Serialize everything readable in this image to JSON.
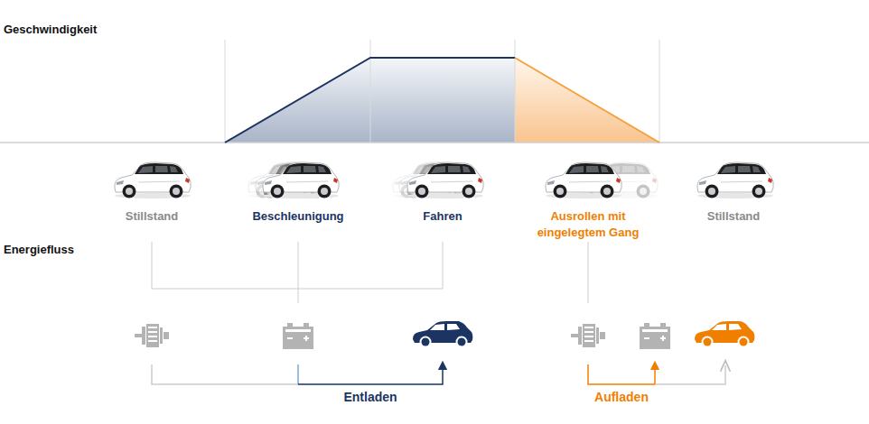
{
  "diagram": {
    "labels": [
      "Geschwindigkeit",
      "Stillstand",
      "Beschleunigung",
      "Fahren",
      "Ausrollen mit eingelegtem Gang",
      "Stillstand",
      "Energiefluss",
      "Entladen",
      "Aufladen"
    ]
  }
}
